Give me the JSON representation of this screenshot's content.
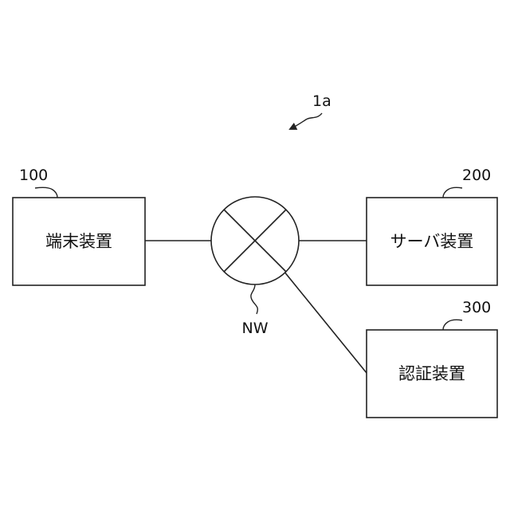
{
  "figure": {
    "label": "1a"
  },
  "network": {
    "label": "NW"
  },
  "nodes": {
    "terminal": {
      "ref": "100",
      "name": "端末装置"
    },
    "server": {
      "ref": "200",
      "name": "サーバ装置"
    },
    "auth": {
      "ref": "300",
      "name": "認証装置"
    }
  },
  "colors": {
    "stroke": "#222222",
    "background": "#ffffff",
    "text": "#111111"
  }
}
